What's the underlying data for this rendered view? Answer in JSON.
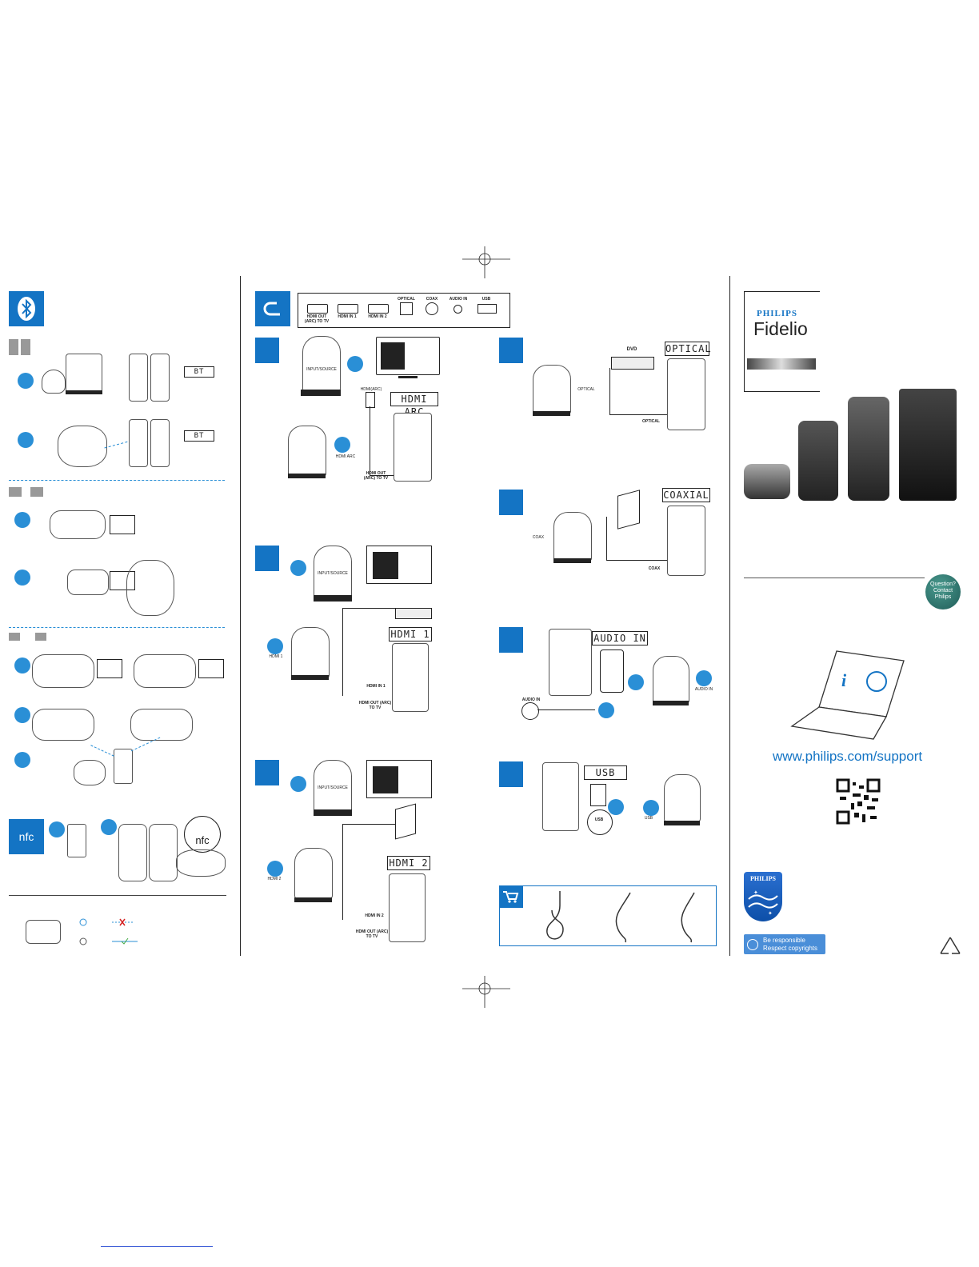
{
  "panel2": {
    "connectors": {
      "optical": "OPTICAL",
      "coax": "COAX",
      "audio_in": "AUDIO IN",
      "usb": "USB",
      "hdmi_out": "HDMI OUT (ARC) TO TV",
      "hdmi_in1": "HDMI IN 1",
      "hdmi_in2": "HDMI IN 2"
    },
    "s1": {
      "source": "INPUT/SOURCE",
      "remote": "HDMI ARC",
      "display": "HDMI ARC",
      "tv_port": "HDMI(ARC)",
      "cable": "HDMI OUT (ARC) TO TV"
    },
    "s2": {
      "source": "INPUT/SOURCE",
      "remote": "HDMI 1",
      "display": "HDMI 1",
      "in": "HDMI IN 1",
      "out": "HDMI OUT (ARC) TO TV"
    },
    "s3": {
      "source": "INPUT/SOURCE",
      "remote": "HDMI 2",
      "display": "HDMI 2",
      "in": "HDMI IN 2",
      "out": "HDMI OUT (ARC) TO TV"
    }
  },
  "panel3": {
    "optical": {
      "remote": "OPTICAL",
      "display": "OPTICAL",
      "cable": "OPTICAL",
      "dvd": "DVD"
    },
    "coax": {
      "remote": "COAX",
      "display": "COAXIAL",
      "cable": "COAX"
    },
    "audio": {
      "display": "AUDIO IN",
      "jack": "AUDIO IN",
      "remote": "AUDIO IN"
    },
    "usb": {
      "display": "USB",
      "port": "USB",
      "remote": "USB"
    }
  },
  "panel1": {
    "nfc_label": "nfc",
    "nfc_badge": "nfc"
  },
  "cover": {
    "brand": "PHILIPS",
    "product": "Fidelio",
    "question": [
      "Question?",
      "Contact",
      "Philips"
    ],
    "support_url": "www.philips.com/support",
    "shield_brand": "PHILIPS",
    "responsible": [
      "Be responsible",
      "Respect copyrights"
    ]
  },
  "colors": {
    "accent": "#1474c4",
    "step": "#2a8fd6",
    "line": "#222222"
  },
  "icons": [
    "bluetooth-icon",
    "nfc-icon",
    "hdmi-connect-icon",
    "cart-icon",
    "recycle-icon",
    "qr-code"
  ]
}
